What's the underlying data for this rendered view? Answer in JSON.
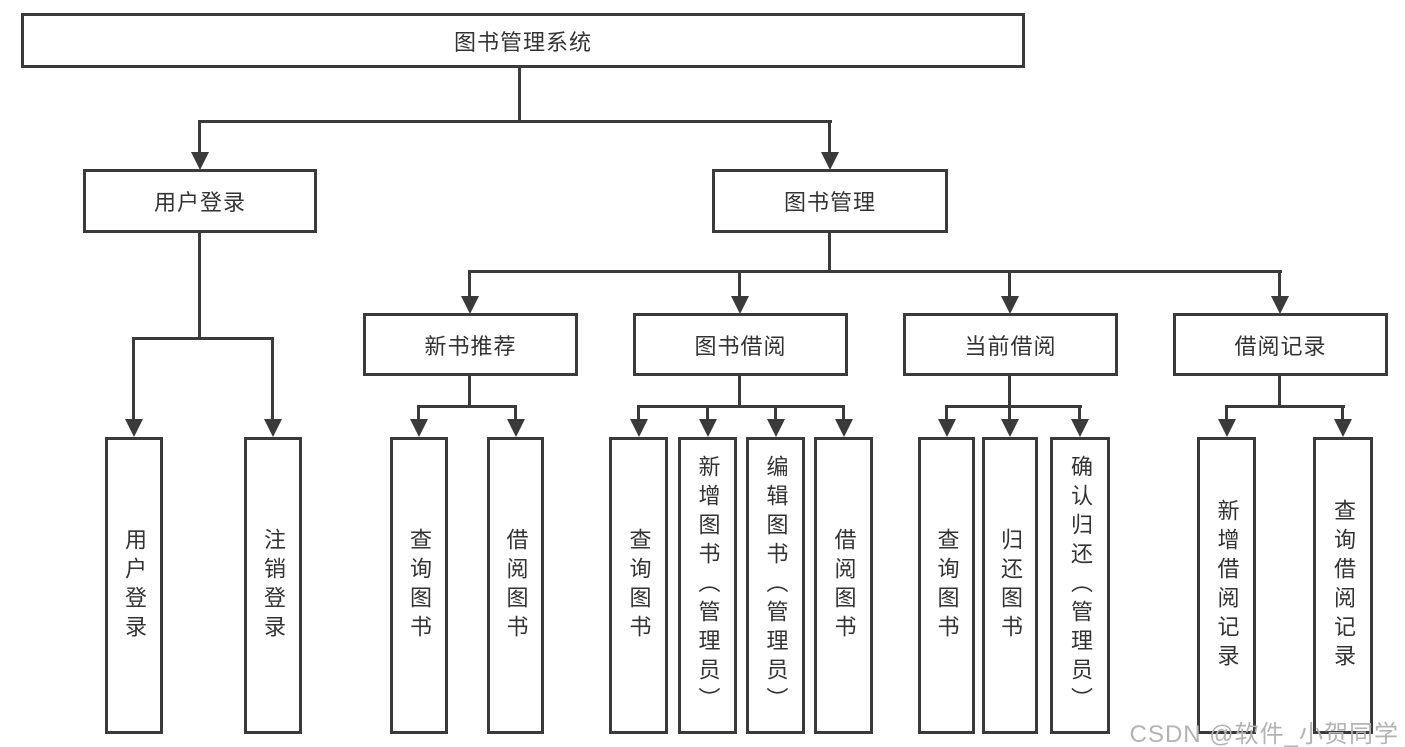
{
  "title": "图书管理系统",
  "watermark": "CSDN @软件_小贺同学",
  "user_branch": {
    "label": "用户登录",
    "children": [
      "用户登录",
      "注销登录"
    ]
  },
  "book_branch": {
    "label": "图书管理",
    "groups": [
      {
        "label": "新书推荐",
        "children": [
          "查询图书",
          "借阅图书"
        ]
      },
      {
        "label": "图书借阅",
        "children": [
          "查询图书",
          "新增图书（管理员）",
          "编辑图书（管理员）",
          "借阅图书"
        ]
      },
      {
        "label": "当前借阅",
        "children": [
          "查询图书",
          "归还图书",
          "确认归还（管理员）"
        ]
      },
      {
        "label": "借阅记录",
        "children": [
          "新增借阅记录",
          "查询借阅记录"
        ]
      }
    ]
  },
  "colors": {
    "line": "#3a3a3a",
    "text": "#333333",
    "watermark": "#b3b3b3"
  }
}
